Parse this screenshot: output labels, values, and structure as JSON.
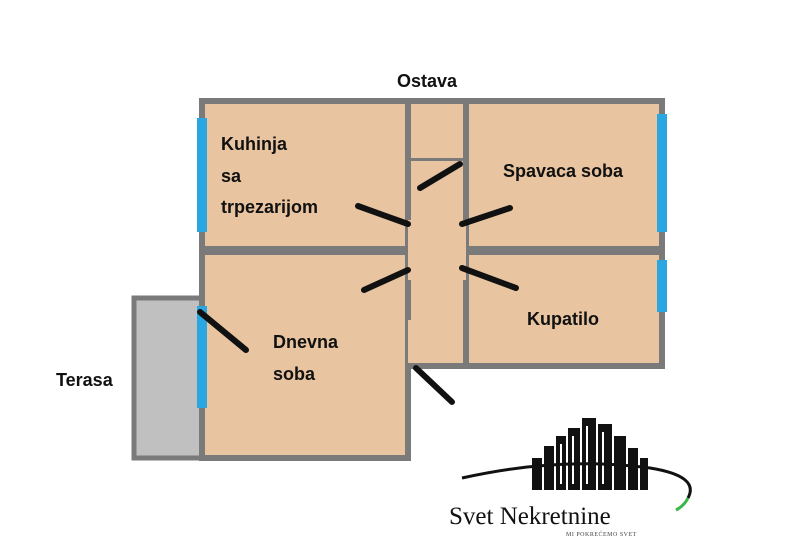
{
  "colors": {
    "floor": "#e8c4a0",
    "wall": "#7a7a7a",
    "terrace": "#c0c0c0",
    "window": "#2aa7e0",
    "door": "#111111"
  },
  "labels": {
    "ostava": "Ostava",
    "kuhinja_line1": "Kuhinja",
    "kuhinja_line2": "sa",
    "kuhinja_line3": "trpezarijom",
    "spavaca": "Spavaca soba",
    "kupatilo": "Kupatilo",
    "dnevna_line1": "Dnevna",
    "dnevna_line2": "soba",
    "terasa": "Terasa"
  },
  "logo": {
    "name": "Svet Nekretnine",
    "tagline": "MI POKREĆEMO SVET"
  }
}
